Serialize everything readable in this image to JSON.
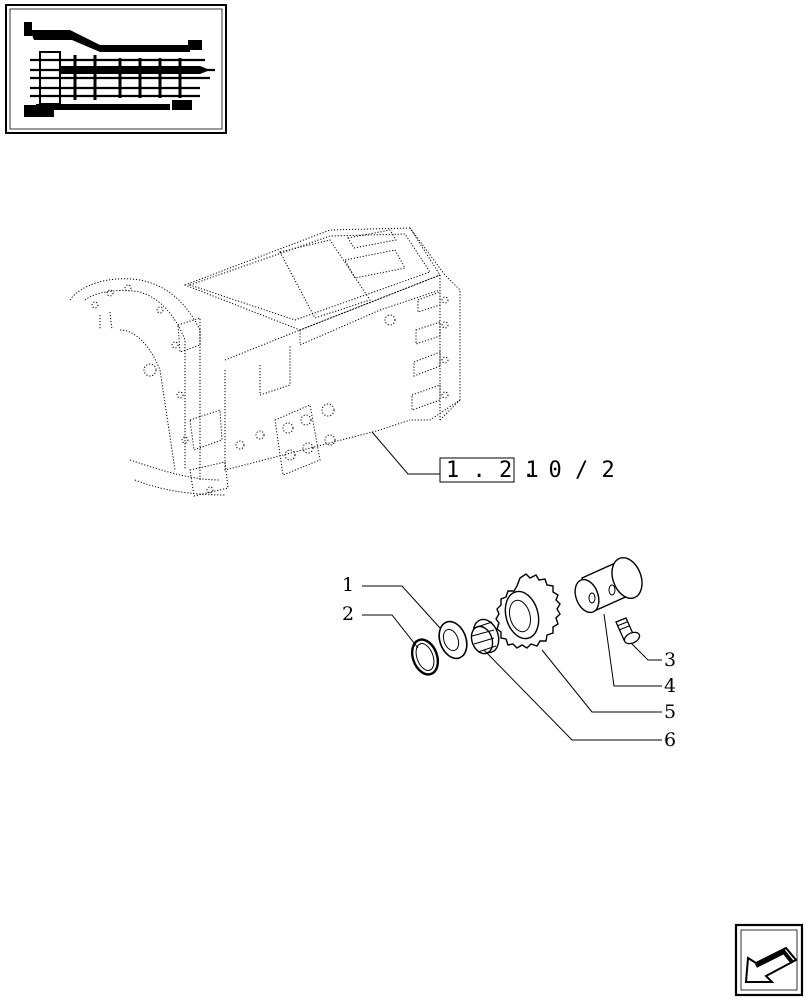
{
  "reference": {
    "boxed": "1 . 2 1",
    "suffix": ". 0 / 2"
  },
  "callouts": [
    {
      "id": "1",
      "label": "1"
    },
    {
      "id": "2",
      "label": "2"
    },
    {
      "id": "3",
      "label": "3"
    },
    {
      "id": "4",
      "label": "4"
    },
    {
      "id": "5",
      "label": "5"
    },
    {
      "id": "6",
      "label": "6"
    }
  ],
  "icons": {
    "thumbnail": "transmission-section-thumbnail",
    "nav": "back-arrow-icon"
  }
}
